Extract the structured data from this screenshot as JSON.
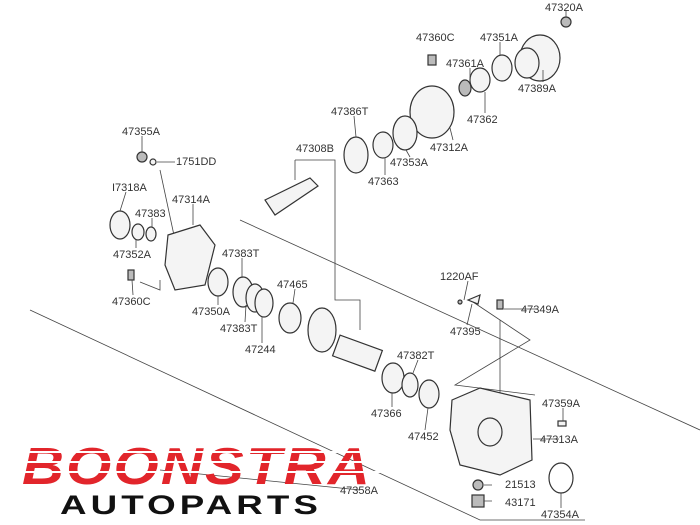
{
  "diagram": {
    "labels": {
      "p47320A": "47320A",
      "p47360C_top": "47360C",
      "p47351A": "47351A",
      "p47361A": "47361A",
      "p47389A": "47389A",
      "p47362": "47362",
      "p47312A": "47312A",
      "p47353A": "47353A",
      "p47386T": "47386T",
      "p47363": "47363",
      "p47308B": "47308B",
      "p47355A": "47355A",
      "p1751DD": "1751DD",
      "p47318A": "I7318A",
      "p47314A": "47314A",
      "p47383": "47383",
      "p47352A": "47352A",
      "p47360C_left": "47360C",
      "p47383T_a": "47383T",
      "p47465": "47465",
      "p47350A": "47350A",
      "p47383T_b": "47383T",
      "p47244": "47244",
      "p1220AF": "1220AF",
      "p47349A": "47349A",
      "p47395": "47395",
      "p47382T": "47382T",
      "p47359A": "47359A",
      "p47366": "47366",
      "p47452": "47452",
      "p47313A": "47313A",
      "p47358A": "47358A",
      "p21513": "21513",
      "p43171": "43171",
      "p47354A": "47354A"
    }
  },
  "logo": {
    "brand": "BOONSTRA",
    "sub": "AUTOPARTS",
    "brand_color": "#e2252b"
  }
}
